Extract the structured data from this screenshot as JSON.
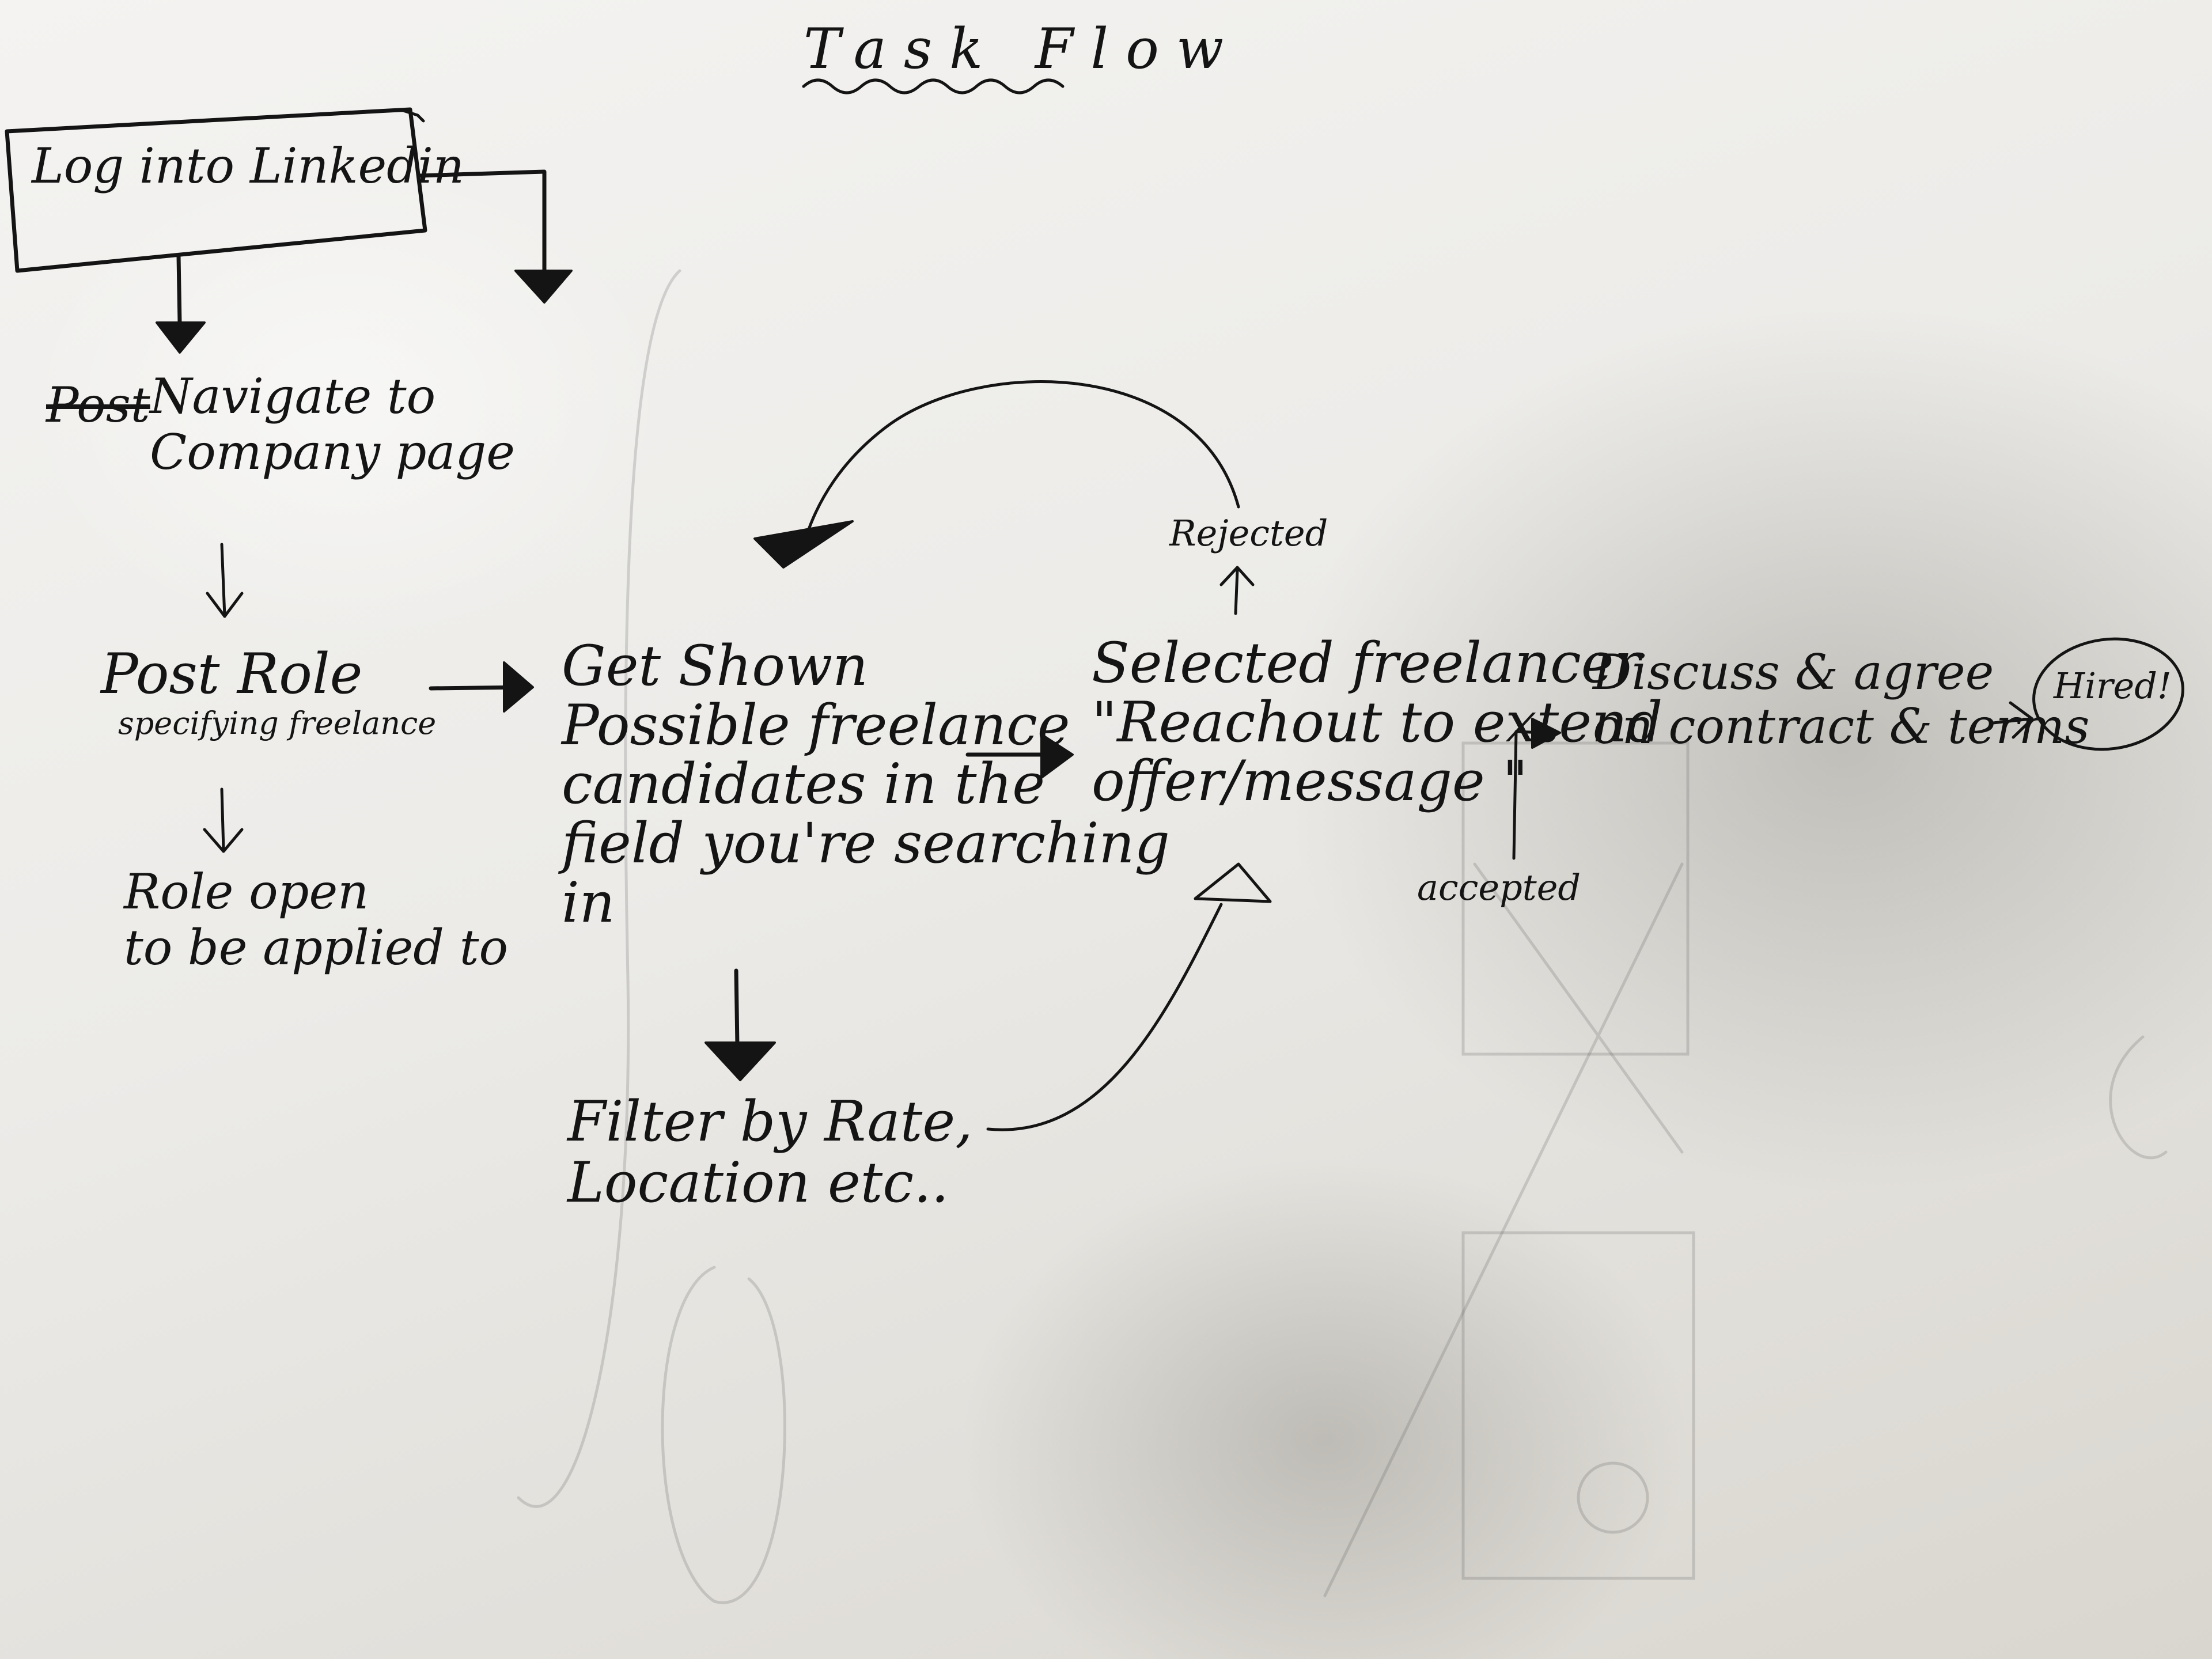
{
  "title": "Task Flow",
  "nodes": {
    "login": "Log into Linkedin",
    "navigate_struck": "Post",
    "navigate": "Navigate to\nCompany page",
    "post_role": "Post Role",
    "post_role_note": "specifying freelance",
    "role_open": "Role open\nto be applied to",
    "get_shown": "Get Shown\nPossible freelance\ncandidates in the\nfield you're searching\nin",
    "filter": "Filter by Rate,\nLocation etc..",
    "selected": "Selected freelancer\n\"Reachout to extend\noffer/message \"",
    "discuss": "Discuss & agree\non contract & terms",
    "hired": "Hired!"
  },
  "edge_labels": {
    "rejected": "Rejected",
    "accepted": "accepted"
  },
  "colors": {
    "ink": "#141414",
    "paper": "#f1f0ed"
  }
}
